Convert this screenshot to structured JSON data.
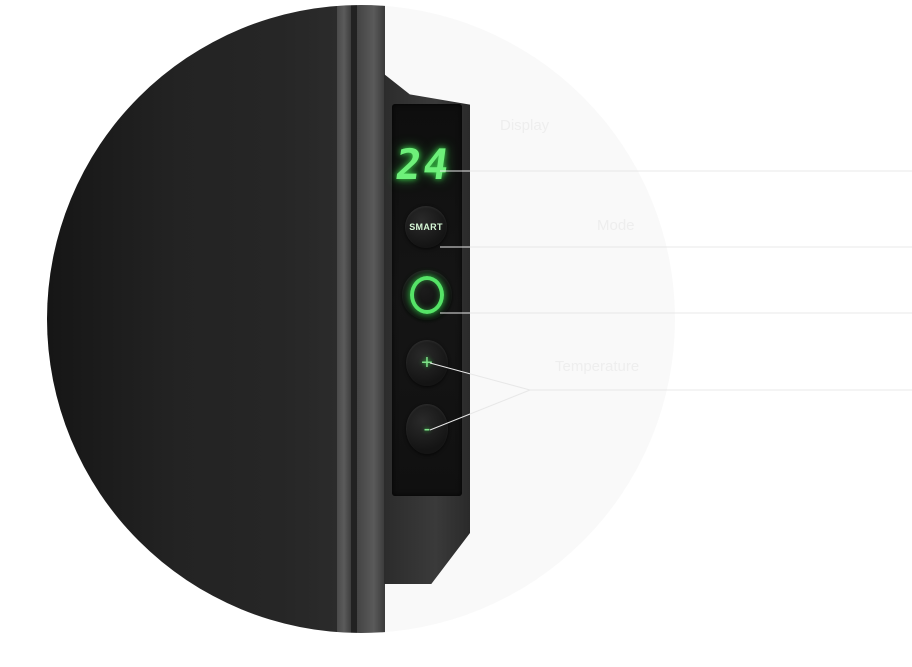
{
  "device": {
    "display_value": "24",
    "smart_button_label": "SMART",
    "plus_symbol": "+",
    "minus_symbol": "-",
    "accent_color": "#55e467"
  },
  "callouts": {
    "display_label": "Display",
    "mode_label": "Mode",
    "temperature_label": "Temperature"
  }
}
